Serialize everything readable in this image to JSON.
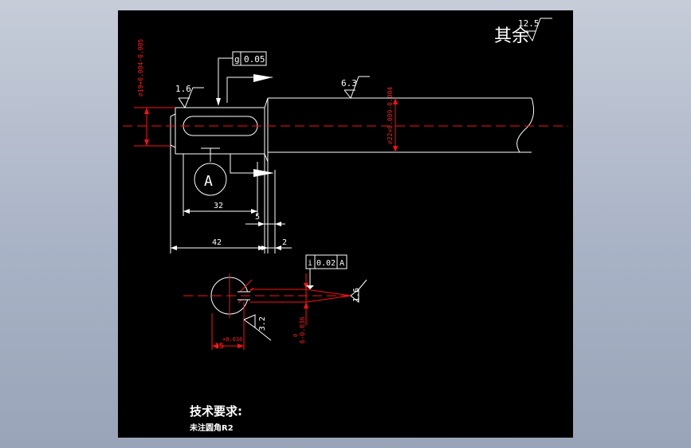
{
  "drawing": {
    "roughness_other_label": "其余",
    "roughness_other_value": "12.5",
    "roughness_left": "1.6",
    "roughness_right": "6.3",
    "roughness_section_bottom": "3.2",
    "roughness_section_right": "1.6",
    "tolerance_top_symbol": "g",
    "tolerance_top_value": "0.05",
    "tolerance_bottom_symbol": "i",
    "tolerance_bottom_value": "0.02",
    "tolerance_bottom_datum": "A",
    "datum_label": "A",
    "dim_left_diameter": "⌀19+0.004-0.005",
    "dim_right_diameter": "⌀22+0.009-0.004",
    "dim_32": "32",
    "dim_5": "5",
    "dim_42": "42",
    "dim_2": "2",
    "dim_keyway_depth": "15",
    "dim_keyway_depth_tol": "+0.036",
    "dim_keyway_width": "6-0.036",
    "dim_keyway_width_tol": "0",
    "tech_req_title": "技术要求:",
    "tech_req_note": "未注圆角R2"
  }
}
